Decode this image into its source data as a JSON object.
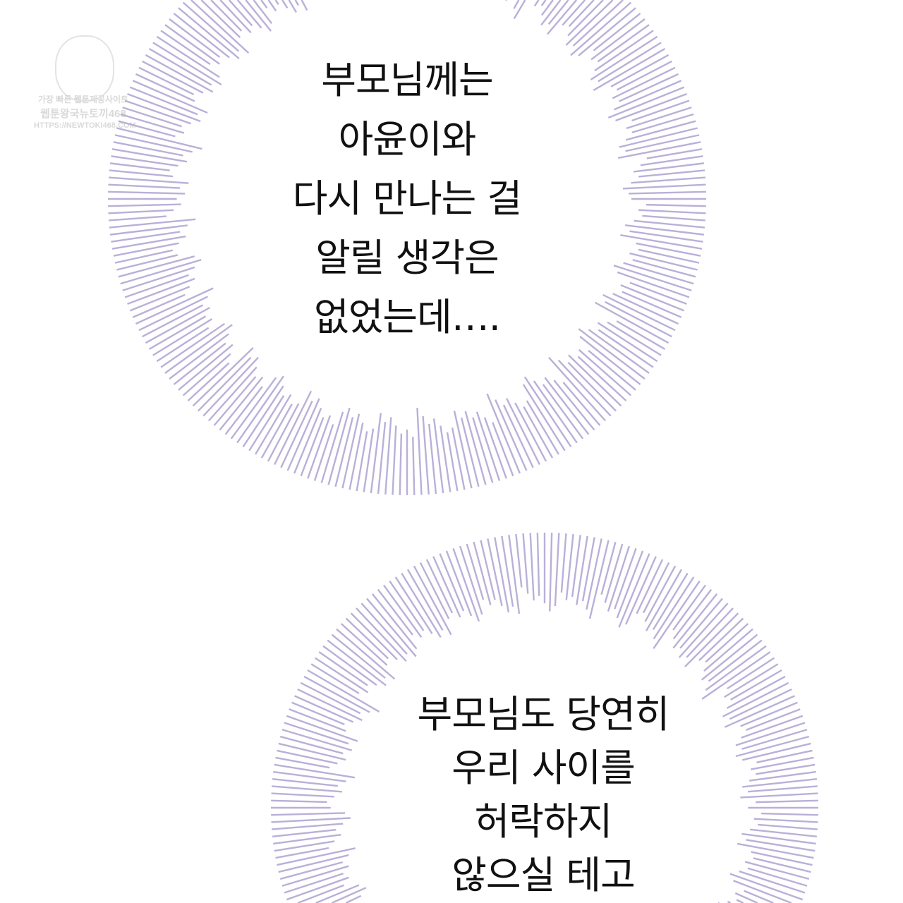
{
  "colors": {
    "burst": "#b9b0d8",
    "text": "#111111"
  },
  "watermark": {
    "line1": "가장 빠른 웹툰제공사이트",
    "line2": "웹툰왕국뉴토끼468",
    "line3": "HTTPS://NEWTOKI468.COM"
  },
  "bubble1": {
    "lines": [
      "부모님께는",
      "아윤이와",
      "다시 만나는 걸",
      "알릴 생각은",
      "없었는데…."
    ]
  },
  "bubble2": {
    "lines": [
      "부모님도 당연히",
      "우리 사이를",
      "허락하지",
      "않으실 테고"
    ]
  }
}
